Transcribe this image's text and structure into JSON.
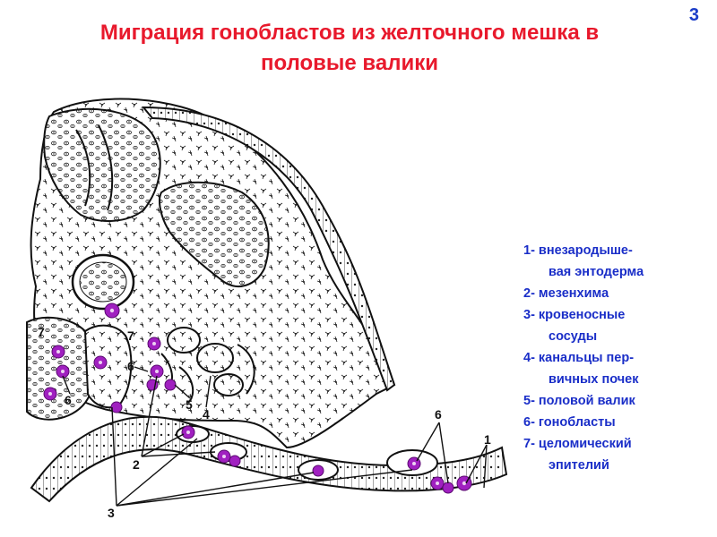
{
  "slide": {
    "title_line1": "Миграция гонобластов из желточного мешка в",
    "title_line2": "половые валики",
    "number": "3"
  },
  "legend": [
    {
      "line1": "1- внезародыше-",
      "line2": "вая энтодерма"
    },
    {
      "line1": "2- мезенхима",
      "line2": ""
    },
    {
      "line1": "3- кровеносные",
      "line2": "сосуды"
    },
    {
      "line1": "4- канальцы пер-",
      "line2": "вичных почек"
    },
    {
      "line1": "5- половой валик",
      "line2": ""
    },
    {
      "line1": "6- гонобласты",
      "line2": ""
    },
    {
      "line1": "7- целомический",
      "line2": "эпителий"
    }
  ],
  "figure": {
    "labels": [
      "1",
      "2",
      "3",
      "4",
      "5",
      "6",
      "6",
      "6",
      "7",
      "7"
    ],
    "colors": {
      "title": "#e8192c",
      "legend": "#1a2ec8",
      "cell": "#a020c0",
      "line": "#1a1a1a"
    }
  }
}
